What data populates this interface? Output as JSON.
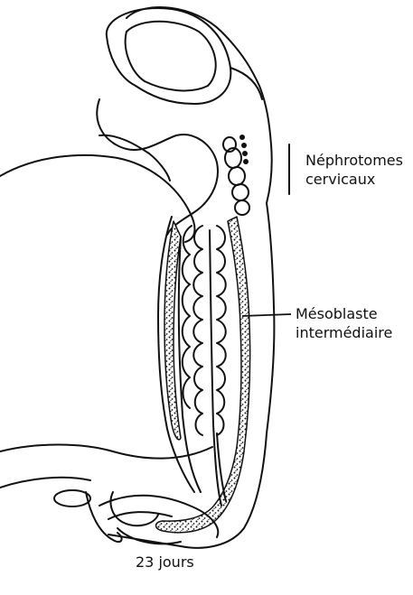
{
  "labels": {
    "nephrotomes_line1": "Néphrotomes",
    "nephrotomes_line2": "cervicaux",
    "mesoblaste_line1": "Mésoblaste",
    "mesoblaste_line2": "intermédiaire",
    "age": "23 jours"
  },
  "colors": {
    "ink": "#111111",
    "background": "#ffffff"
  }
}
